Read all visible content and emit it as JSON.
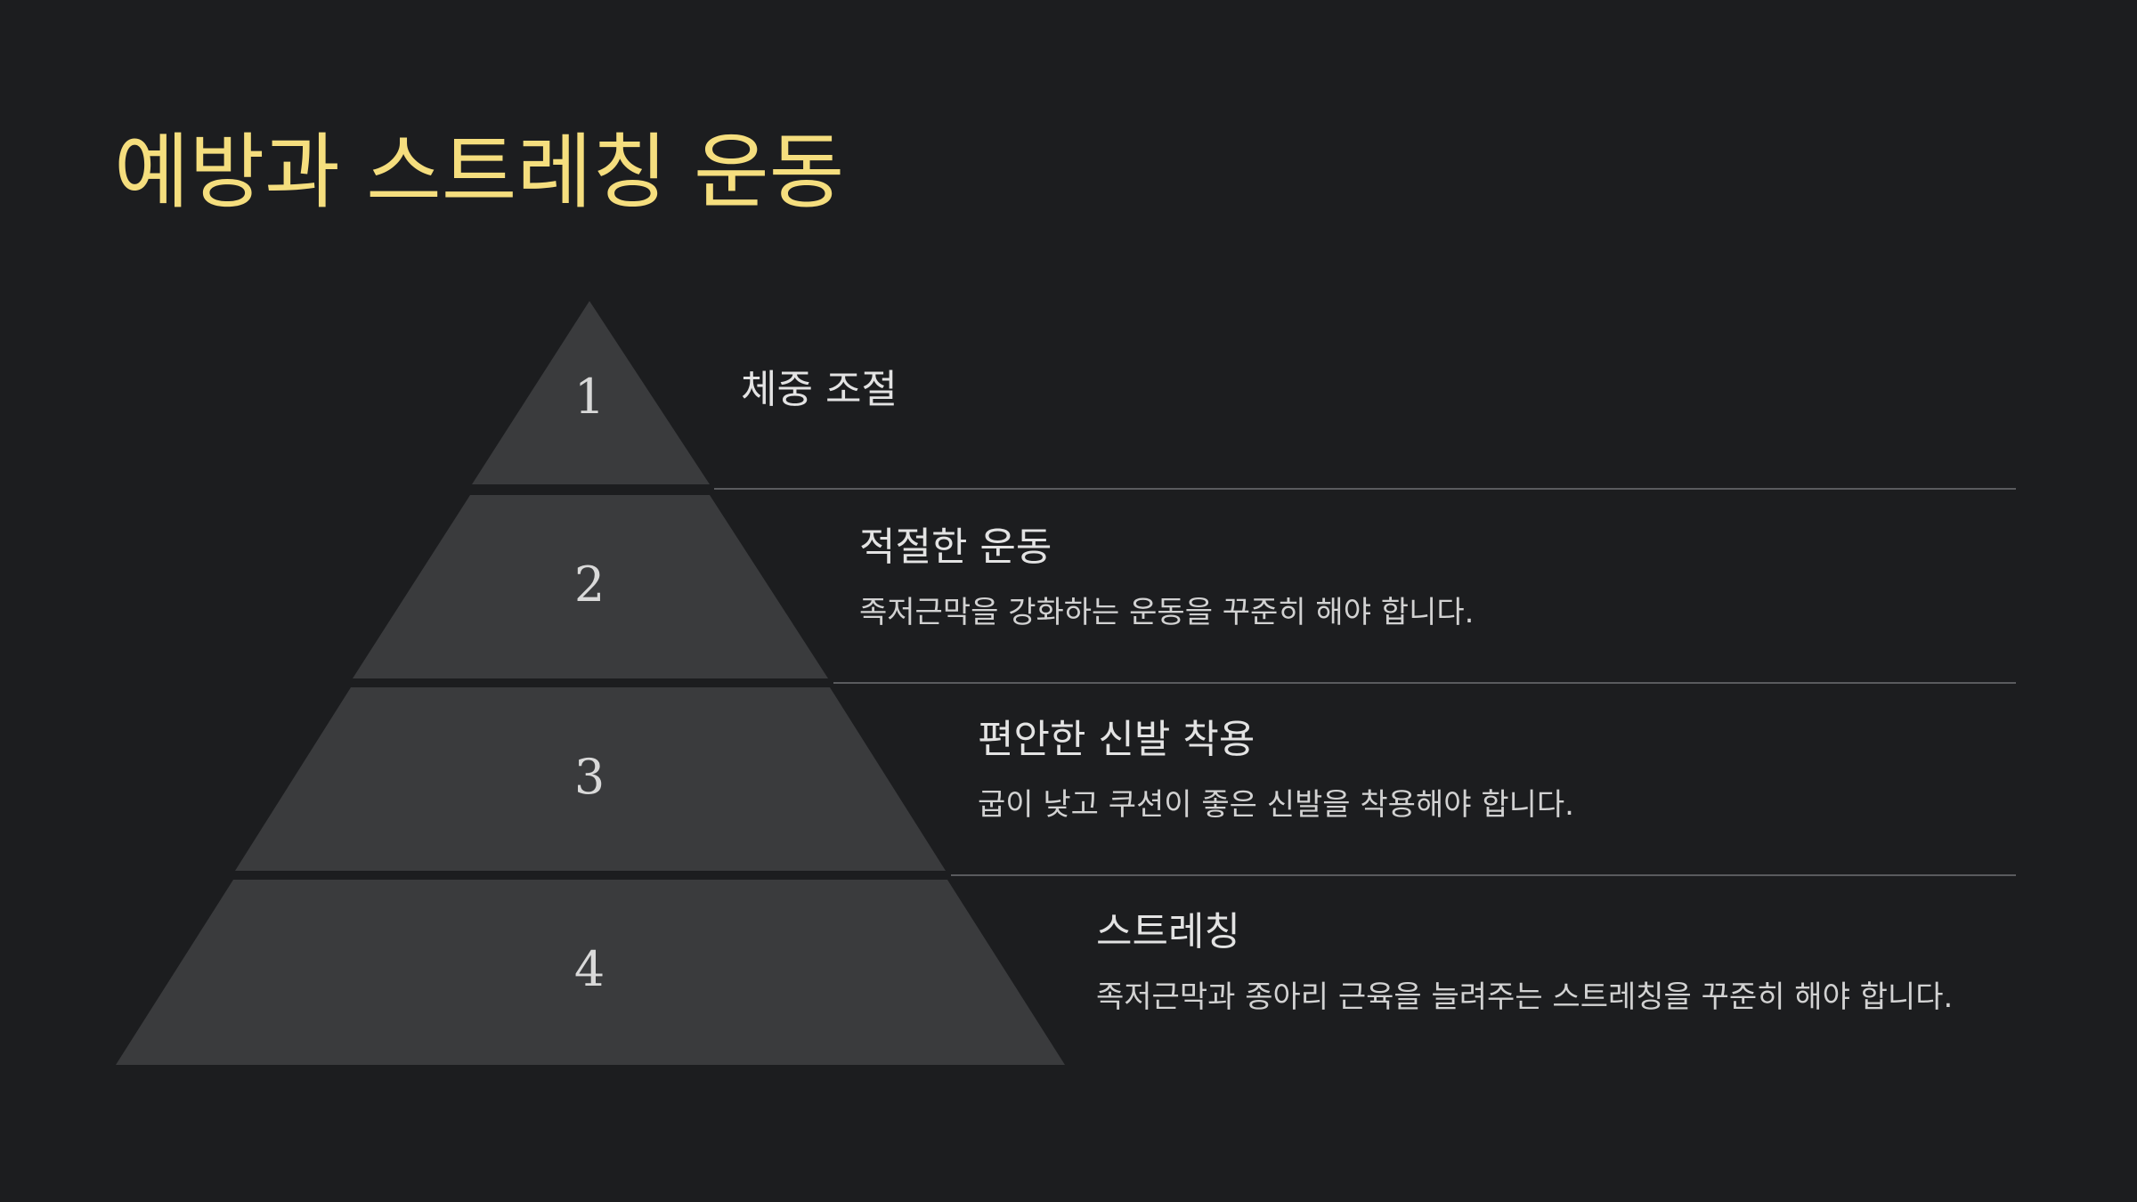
{
  "title": "예방과 스트레칭 운동",
  "colors": {
    "background": "#1c1d1f",
    "title": "#f5de7e",
    "tier_fill": "#3a3b3d",
    "divider": "#5a5b5e"
  },
  "levels": [
    {
      "number": "1",
      "heading": "체중 조절",
      "description": ""
    },
    {
      "number": "2",
      "heading": "적절한 운동",
      "description": "족저근막을 강화하는 운동을 꾸준히 해야 합니다."
    },
    {
      "number": "3",
      "heading": "편안한 신발 착용",
      "description": "굽이 낮고 쿠션이 좋은 신발을 착용해야 합니다."
    },
    {
      "number": "4",
      "heading": "스트레칭",
      "description": "족저근막과 종아리 근육을 늘려주는 스트레칭을 꾸준히 해야 합니다."
    }
  ]
}
